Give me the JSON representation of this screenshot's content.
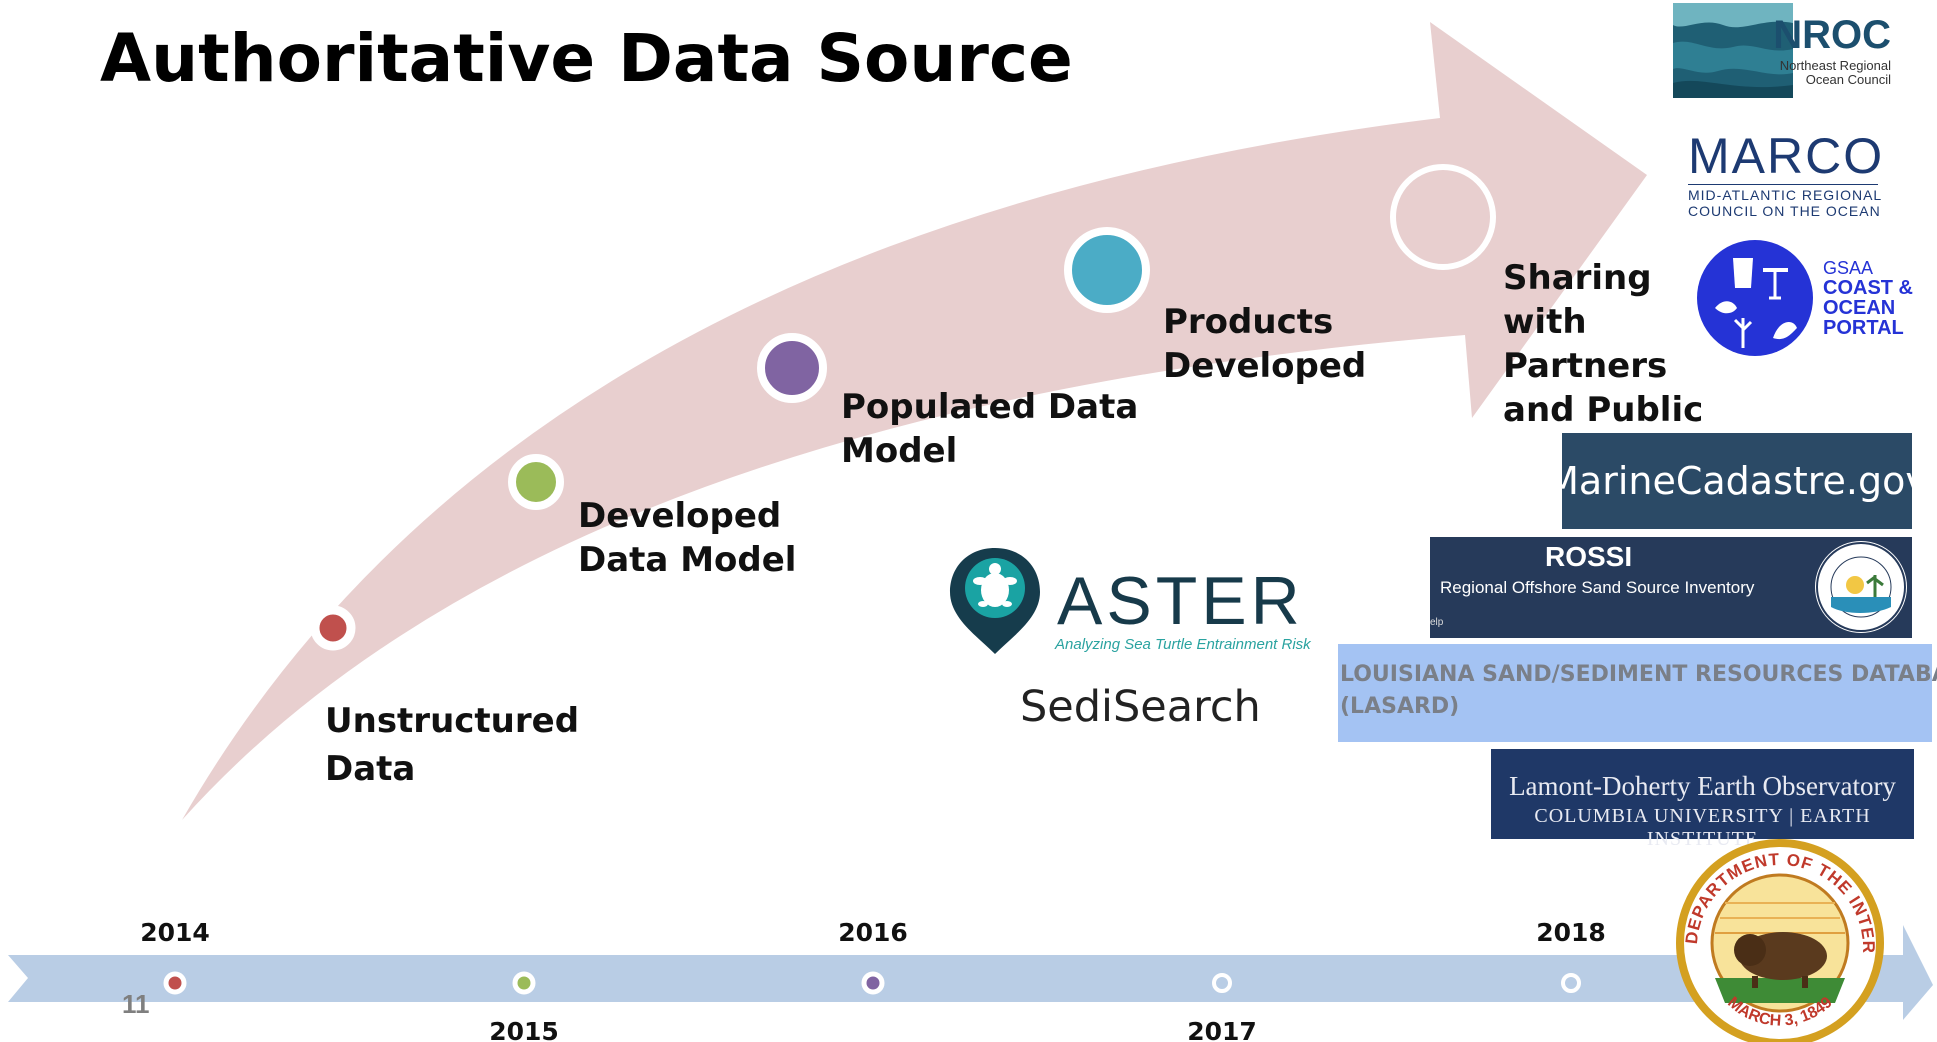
{
  "title": "Authoritative Data Source",
  "slide_number": "11",
  "stages": [
    {
      "label": "Unstructured\nData",
      "color": "#c0504d"
    },
    {
      "label": "Developed\nData Model",
      "color": "#9bbb59"
    },
    {
      "label": "Populated Data\nModel",
      "color": "#8064a2"
    },
    {
      "label": "Products\nDeveloped",
      "color": "#4bacc6"
    },
    {
      "label": "Sharing\nwith\nPartners\nand Public",
      "color": "#ffffff"
    }
  ],
  "years": {
    "top": [
      "2014",
      "2016",
      "2018"
    ],
    "bottom": [
      "2015",
      "2017"
    ]
  },
  "colors": {
    "arrow": "#e8cfcf",
    "timeline": "#b9cde5"
  },
  "products": {
    "aster": {
      "name": "ASTER",
      "tagline": "Analyzing Sea Turtle Entrainment Risk"
    },
    "sedisearch": "SediSearch"
  },
  "partners": {
    "nroc": {
      "name": "NROC",
      "sub": "Northeast Regional\nOcean Council"
    },
    "marco": {
      "name": "MARCO",
      "sub": "Mid-Atlantic Regional\nCouncil on the Ocean"
    },
    "gsaa": {
      "line1": "GSAA",
      "line2": "COAST &\nOCEAN\nPORTAL"
    },
    "marinecadastre": "MarineCadastre.gov",
    "rossi": {
      "name": "ROSSI",
      "sub": "Regional Offshore Sand Source Inventory",
      "help": "elp"
    },
    "lasard": "LOUISIANA SAND/SEDIMENT RESOURCES DATABASE\n(LASARD)",
    "ldeo": {
      "line1": "Lamont-Doherty Earth Observatory",
      "line2": "Columbia University | Earth Institute"
    },
    "doi": {
      "top": "U.S. DEPARTMENT OF THE INTERIOR",
      "bottom": "MARCH 3, 1849"
    }
  }
}
